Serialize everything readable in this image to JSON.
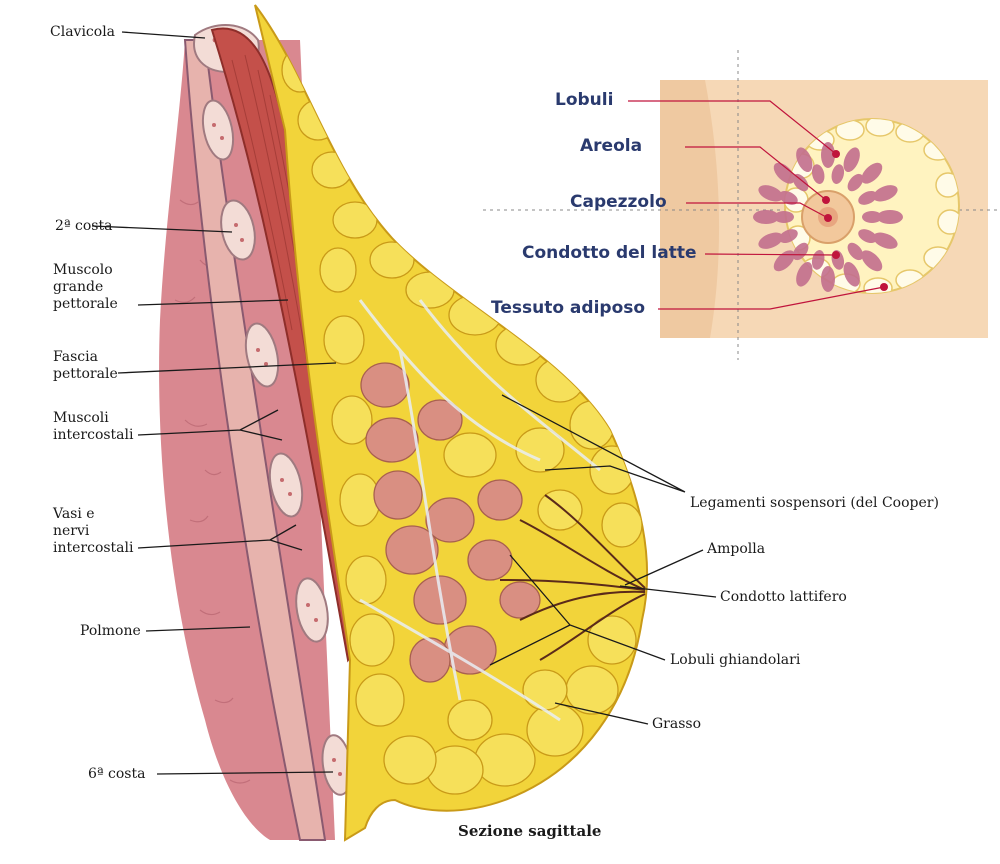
{
  "caption": "Sezione sagittale",
  "labels_left": [
    "Clavicola",
    "2ª costa",
    "Muscolo\ngrande\npettorale",
    "Fascia\npettorale",
    "Muscoli\nintercostali",
    "Vasi e\nnervi\nintercostali",
    "Polmone",
    "6ª costa"
  ],
  "labels_right": [
    "Legamenti sospensori (del Cooper)",
    "Ampolla",
    "Condotto lattifero",
    "Lobuli ghiandolari",
    "Grasso"
  ],
  "inset_labels": [
    "Lobuli",
    "Areola",
    "Capezzolo",
    "Condotto del latte",
    "Tessuto adiposo"
  ],
  "colors": {
    "muscle": "#c4504a",
    "fat": "#f2d43a",
    "gland": "#d98f82",
    "lung": "#d98890",
    "rib": "#f3dcd6",
    "inset_skin": "#f6d8b6",
    "inset_lobule": "#c36f8e",
    "inset_dot": "#c0143c",
    "inset_text": "#2a3a6e"
  }
}
